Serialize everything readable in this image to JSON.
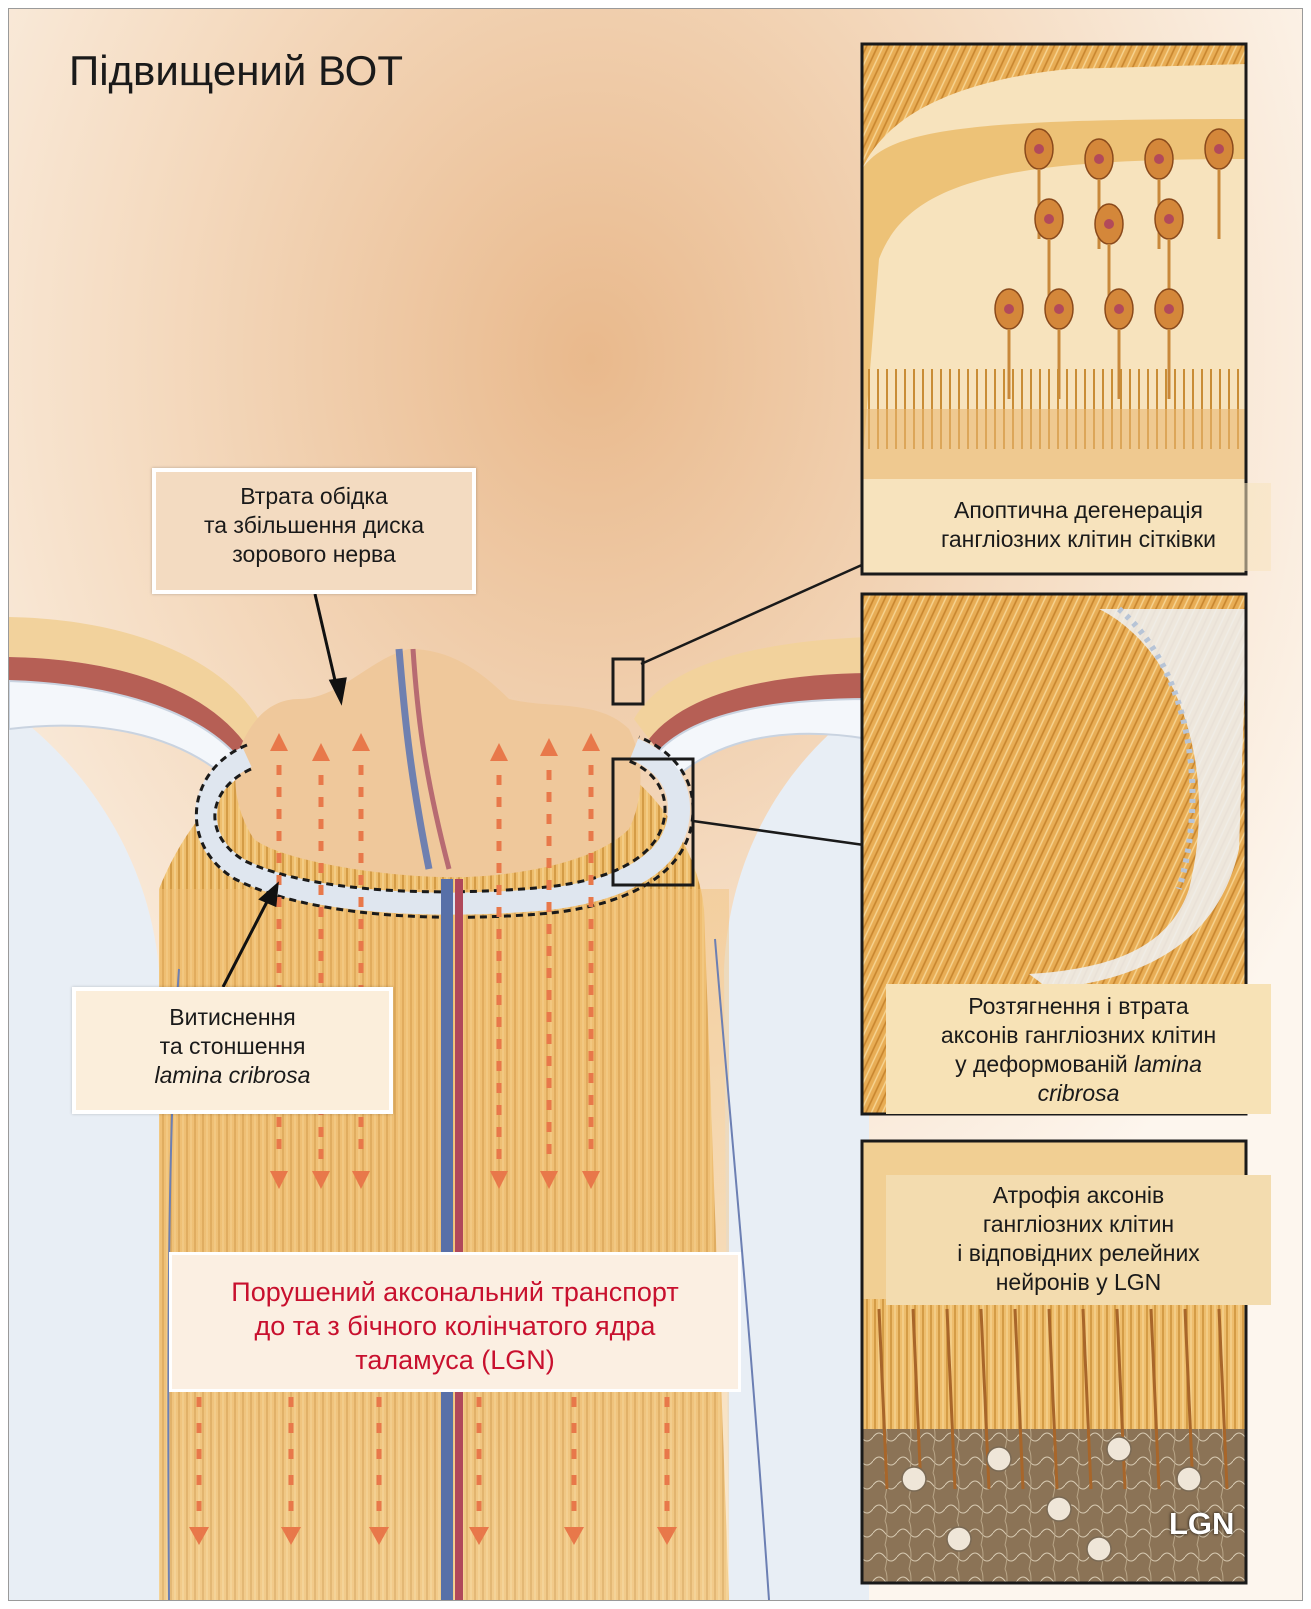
{
  "title": "Підвищений ВОТ",
  "labels": {
    "rim_loss": [
      "Втрата обідка",
      "та збільшення диска",
      "зорового нерва"
    ],
    "lamina": [
      "Витиснення",
      "та стоншення"
    ],
    "lamina_term": "lamina cribrosa",
    "transport": [
      "Порушений аксональний транспорт",
      "до та з бічного колінчатого ядра",
      "таламуса (LGN)"
    ],
    "apoptosis": [
      "Апоптична дегенерація",
      "гангліозних клітин сітківки"
    ],
    "stretch": [
      "Розтягнення і втрата",
      "аксонів гангліозних клітин",
      "у деформованій"
    ],
    "stretch_term_1": "lamina",
    "stretch_term_2": "cribrosa",
    "atrophy": [
      "Атрофія аксонів",
      "гангліозних клітин",
      "і відповідних релейних",
      "нейронів у LGN"
    ],
    "lgn": "LGN"
  },
  "colors": {
    "transport_text": "#c8102e",
    "arrow": "#e8784a",
    "nerve_fiber": "#e8b04a",
    "artery": "#b0485a",
    "vein": "#5870a8"
  },
  "icons": [
    "arrow-up-icon",
    "arrow-down-icon",
    "pointer-arrow-icon"
  ]
}
